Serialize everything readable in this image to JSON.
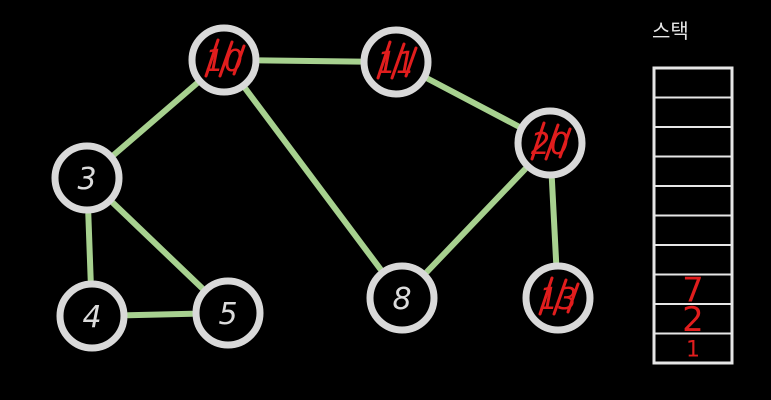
{
  "colors": {
    "background": "#000000",
    "edge": "#a7d18f",
    "node_stroke": "#d9d9d9",
    "node_fill": "#000000",
    "node_text": "#dcdcdc",
    "marker": "#e11d1d",
    "stack_stroke": "#e6e6e6"
  },
  "graph": {
    "nodes": [
      {
        "id": "n10",
        "label": "10",
        "visited": true
      },
      {
        "id": "n11",
        "label": "11",
        "visited": true
      },
      {
        "id": "n3",
        "label": "3",
        "visited": false
      },
      {
        "id": "n20",
        "label": "20",
        "visited": true
      },
      {
        "id": "n4",
        "label": "4",
        "visited": false
      },
      {
        "id": "n5",
        "label": "5",
        "visited": false
      },
      {
        "id": "n8",
        "label": "8",
        "visited": false
      },
      {
        "id": "n13",
        "label": "13",
        "visited": true
      }
    ],
    "edges": [
      {
        "from": "n10",
        "to": "n11"
      },
      {
        "from": "n10",
        "to": "n3"
      },
      {
        "from": "n10",
        "to": "n8"
      },
      {
        "from": "n11",
        "to": "n20"
      },
      {
        "from": "n20",
        "to": "n8"
      },
      {
        "from": "n20",
        "to": "n13"
      },
      {
        "from": "n3",
        "to": "n4"
      },
      {
        "from": "n3",
        "to": "n5"
      },
      {
        "from": "n4",
        "to": "n5"
      }
    ]
  },
  "stack": {
    "title": "스택",
    "slots": 10,
    "values": [
      "7",
      "2",
      "1"
    ]
  }
}
